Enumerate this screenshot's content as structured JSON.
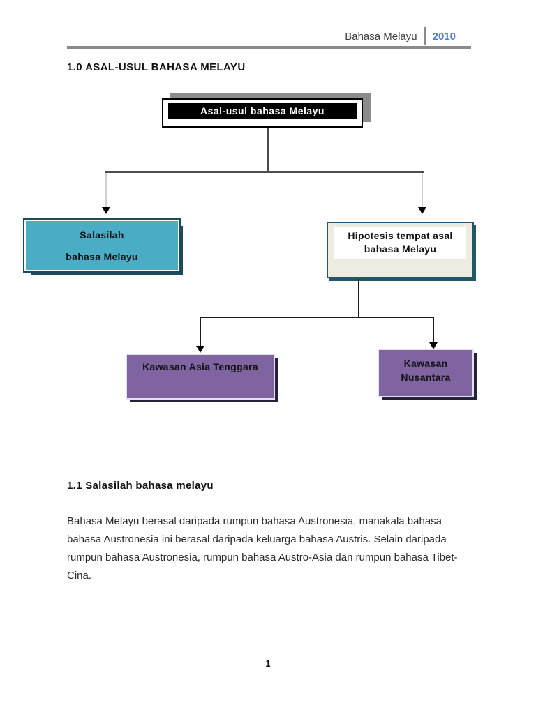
{
  "header": {
    "course": "Bahasa Melayu",
    "year": "2010"
  },
  "sections": {
    "h1": "1.0 ASAL-USUL BAHASA MELAYU",
    "h2": "1.1 Salasilah bahasa melayu"
  },
  "diagram": {
    "root_label": "Asal-usul bahasa Melayu",
    "salasilah": {
      "line1": "Salasilah",
      "line2": "bahasa Melayu"
    },
    "hipotesis": {
      "line1": "Hipotesis tempat asal",
      "line2": "bahasa Melayu"
    },
    "kawasan_asia_label": "Kawasan Asia Tenggara",
    "kawasan_nusantara": {
      "line1": "Kawasan",
      "line2": "Nusantara"
    }
  },
  "paragraph": {
    "lines": [
      "Bahasa Melayu berasal daripada rumpun bahasa Austronesia, manakala bahasa",
      "bahasa Austronesia ini berasal daripada keluarga bahasa Austris. Selain daripada",
      "rumpun bahasa Austronesia, rumpun bahasa Austro-Asia dan rumpun bahasa Tibet-",
      "Cina."
    ]
  },
  "footer": {
    "page_number": "1"
  },
  "colors": {
    "accent_teal": "#4BACC6",
    "accent_purple": "#8064A2",
    "cream_fill": "#EEECE1",
    "dark_teal_border": "#215868",
    "year_blue": "#4F81BD",
    "header_rule_gray": "#8A8A8A",
    "root_shadow_gray": "#8C8C8C"
  }
}
